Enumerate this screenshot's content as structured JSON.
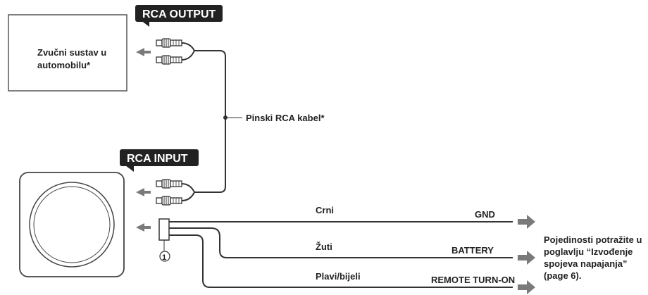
{
  "labels": {
    "rca_output": "RCA OUTPUT",
    "rca_input": "RCA INPUT",
    "car_audio_line1": "Zvučni sustav u",
    "car_audio_line2": "automobilu*",
    "pin_cable": "Pinski RCA kabel*",
    "black": "Crni",
    "gnd": "GND",
    "yellow": "Žuti",
    "battery": "BATTERY",
    "blue_white": "Plavi/bijeli",
    "remote": "REMOTE TURN-ON",
    "marker": "1",
    "note_line1": "Pojedinosti potražite u",
    "note_line2": "poglavlju “Izvođenje",
    "note_line3": "spojeva napajanja”",
    "note_line4": "(page 6)."
  },
  "colors": {
    "line": "#333333",
    "tag_bg": "#222222",
    "arrow_gray": "#7a7a7a"
  }
}
